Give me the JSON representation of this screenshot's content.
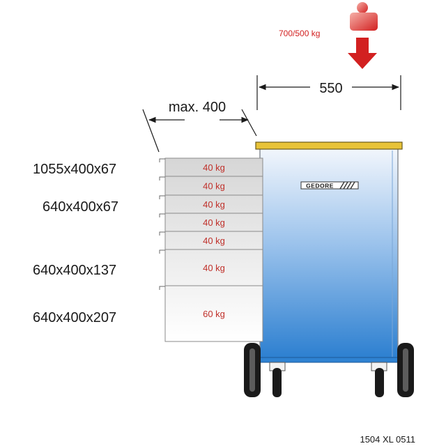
{
  "load": {
    "label": "700/500 kg",
    "color": "#d22020",
    "icon": "weight-icon"
  },
  "dimensions": {
    "depth_label": "550",
    "drawer_extension_label": "max. 400"
  },
  "drawers": [
    {
      "load": "40 kg"
    },
    {
      "load": "40 kg"
    },
    {
      "load": "40 kg"
    },
    {
      "load": "40 kg"
    },
    {
      "load": "40 kg"
    },
    {
      "load": "40 kg"
    },
    {
      "load": "60 kg"
    }
  ],
  "drawer_sizes": [
    "1055x400x67",
    "640x400x67",
    "640x400x137",
    "640x400x207"
  ],
  "brand": {
    "logo_text": "GEDORE",
    "icon": "gedore-logo-icon"
  },
  "colors": {
    "cabinet_top": "#3a86d4",
    "cabinet_bottom": "#e6f0fb",
    "worktop": "#e8c338",
    "drawer_text": "#c0302a",
    "load_red": "#d22020"
  },
  "footer": {
    "code": "1504 XL 0511"
  }
}
